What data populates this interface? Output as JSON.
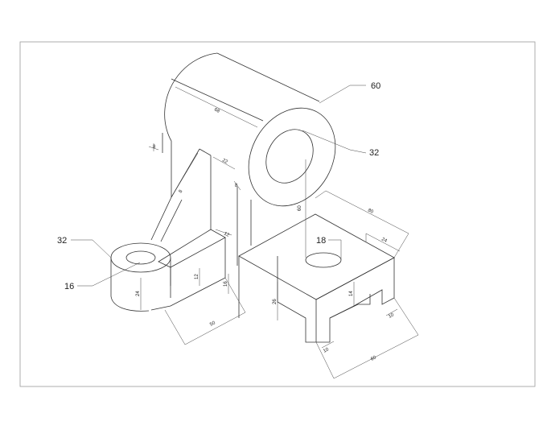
{
  "callouts": {
    "cyl_outer": "60",
    "cyl_inner": "32",
    "boss_outer": "32",
    "boss_inner": "16",
    "hole": "18"
  },
  "dimensions": {
    "cyl_length": "68",
    "cyl_top_small": "8",
    "rib_width": "8",
    "web_22": "22",
    "web_8": "8",
    "center_height": "60",
    "base_length_top": "80",
    "slot_24": "24",
    "arm_12_top": "12",
    "arm_12_side": "12",
    "arm_16": "16",
    "boss_24": "24",
    "arm_50": "50",
    "base_26": "26",
    "slot_14": "14",
    "slot_10_left": "10",
    "slot_10_right": "10",
    "base_60": "60"
  }
}
